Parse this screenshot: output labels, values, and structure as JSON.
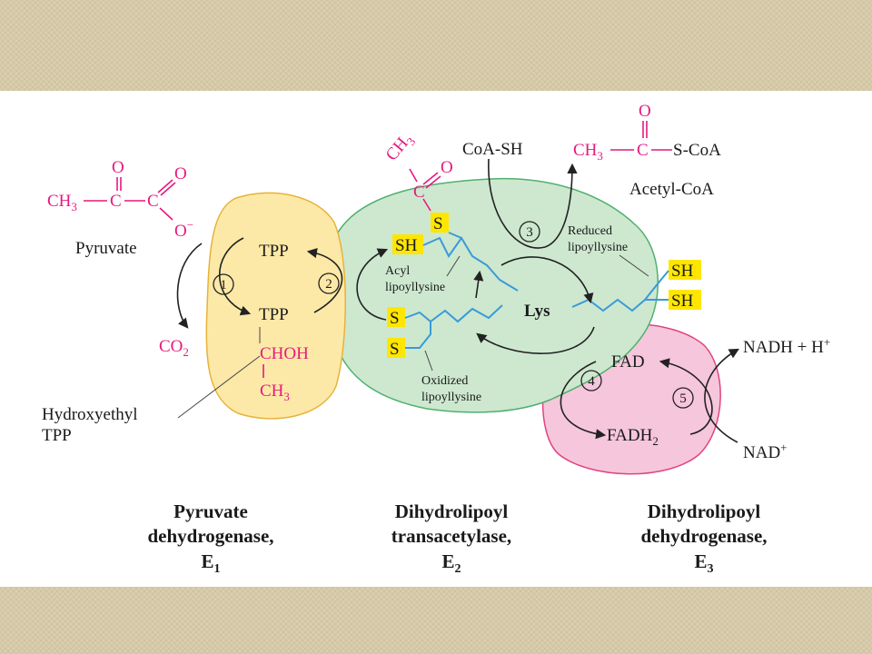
{
  "molecules": {
    "pyruvate": {
      "o_top": "O",
      "o_right": "O",
      "ch3": "CH",
      "ch3_sub": "3",
      "c1": "C",
      "c2": "C",
      "o_minus": "O",
      "minus": "−",
      "name": "Pyruvate"
    },
    "co2": {
      "text": "CO",
      "sub": "2"
    },
    "tpp_top": "TPP",
    "tpp_mid": "TPP",
    "chohc": "CHOH",
    "ch3_bottom": {
      "text": "CH",
      "sub": "3"
    },
    "hydroxyethyl": {
      "line1": "Hydroxyethyl",
      "line2": "TPP"
    },
    "acyl_ch3": {
      "text": "CH",
      "sub": "3"
    },
    "acyl_c": "C",
    "acyl_o": "O",
    "sh_left": "SH",
    "s_right": "S",
    "acyl_label": {
      "line1": "Acyl",
      "line2": "lipoyllysine"
    },
    "s_top": "S",
    "s_bottom": "S",
    "oxidized": {
      "line1": "Oxidized",
      "line2": "lipoyllysine"
    },
    "lys": "Lys",
    "coash": "CoA-SH",
    "acetyl_coa": {
      "o": "O",
      "ch3": "CH",
      "ch3_sub": "3",
      "c": "C",
      "scoa": "S-CoA",
      "name": "Acetyl-CoA"
    },
    "reduced": {
      "line1": "Reduced",
      "line2": "lipoyllysine"
    },
    "sh_top": "SH",
    "sh_bottom": "SH",
    "fad": "FAD",
    "fadh2": {
      "text": "FADH",
      "sub": "2"
    },
    "nadh": {
      "text": "NADH + H",
      "sup": "+"
    },
    "nad": {
      "text": "NAD",
      "sup": "+"
    }
  },
  "steps": [
    "1",
    "2",
    "3",
    "4",
    "5"
  ],
  "enzymes": [
    {
      "line1": "Pyruvate",
      "line2": "dehydrogenase,",
      "line3": "E",
      "sub": "1"
    },
    {
      "line1": "Dihydrolipoyl",
      "line2": "transacetylase,",
      "line3": "E",
      "sub": "2"
    },
    {
      "line1": "Dihydrolipoyl",
      "line2": "dehydrogenase,",
      "line3": "E",
      "sub": "3"
    }
  ],
  "colors": {
    "border": "#d8ccaa",
    "panel": "#ffffff",
    "magenta": "#e6197f",
    "e1_fill": "#fde9a7",
    "e1_stroke": "#e8b23a",
    "e2_fill": "#cde8cf",
    "e2_stroke": "#4fb070",
    "e3_fill": "#f6c6dc",
    "e3_stroke": "#e0457e",
    "chain": "#3a9ad9",
    "highlight": "#ffe600"
  }
}
